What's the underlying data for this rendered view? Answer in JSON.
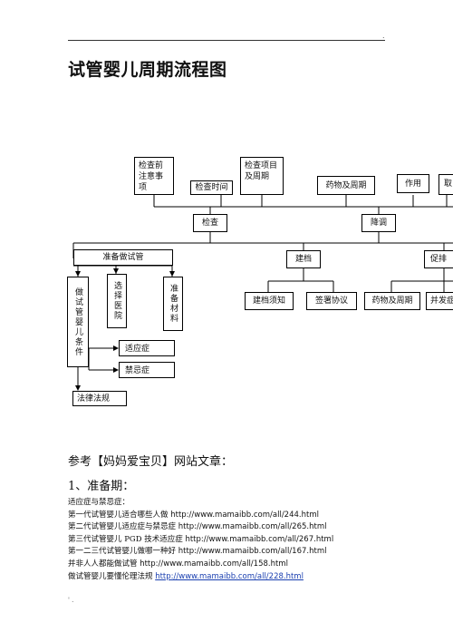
{
  "title": "试管婴儿周期流程图",
  "diagram": {
    "nodes": {
      "pre_notes": "检查前注意事项",
      "check_time": "检查时间",
      "check_items": "检查项目及周期",
      "check": "检查",
      "drugs_cycle": "药物及周期",
      "effect": "作用",
      "partial_right": "取",
      "downreg": "降调",
      "prepare": "准备做试管",
      "fit_for": "做试管婴儿条件",
      "choose_hospital": "选择医院",
      "prepare_materials": "准备材料",
      "indications": "适应症",
      "contra": "禁忌症",
      "law": "法律法规",
      "archive": "建档",
      "archive_notice": "建档须知",
      "sign_agreement": "签署协议",
      "drugs_cycle_2": "药物及周期",
      "promote": "促排",
      "complication": "并发症"
    }
  },
  "reference_heading": "参考【妈妈爱宝贝】网站文章：",
  "section_heading": "1、准备期：",
  "articles": [
    {
      "text": "适应症与禁忌症：",
      "url": "",
      "link": false
    },
    {
      "text": "第一代试管婴儿适合哪些人做 ",
      "url": "http://www.mamaibb.com/all/244.html",
      "link": false
    },
    {
      "text": "第二代试管婴儿适应症与禁忌症 ",
      "url": "http://www.mamaibb.com/all/265.html",
      "link": false
    },
    {
      "text": "第三代试管婴儿 PGD 技术适应症 ",
      "url": "http://www.mamaibb.com/all/267.html",
      "link": false
    },
    {
      "text": "第一二三代试管婴儿做哪一种好 ",
      "url": "http://www.mamaibb.com/all/167.html",
      "link": false
    },
    {
      "text": "并非人人都能做试管 ",
      "url": "http://www.mamaibb.com/all/158.html",
      "link": false
    },
    {
      "text": "做试管婴儿要懂伦理法规 ",
      "url": "http://www.mamaibb.com/all/228.html",
      "link": true
    }
  ]
}
